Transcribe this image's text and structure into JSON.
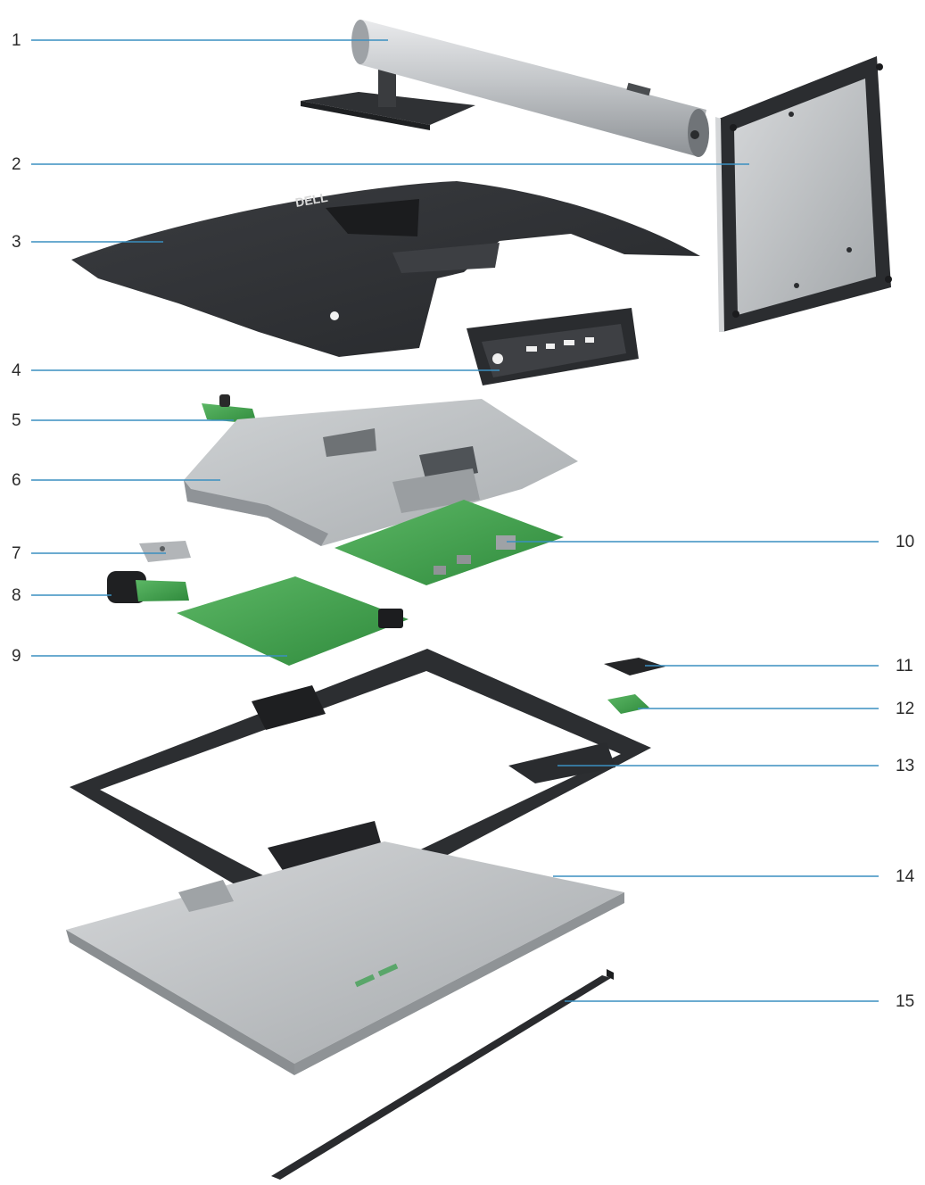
{
  "diagram": {
    "callouts": [
      {
        "number": "1",
        "side": "left"
      },
      {
        "number": "2",
        "side": "left"
      },
      {
        "number": "3",
        "side": "left"
      },
      {
        "number": "4",
        "side": "left"
      },
      {
        "number": "5",
        "side": "left"
      },
      {
        "number": "6",
        "side": "left"
      },
      {
        "number": "7",
        "side": "left"
      },
      {
        "number": "8",
        "side": "left"
      },
      {
        "number": "9",
        "side": "left"
      },
      {
        "number": "10",
        "side": "right"
      },
      {
        "number": "11",
        "side": "right"
      },
      {
        "number": "12",
        "side": "right"
      },
      {
        "number": "13",
        "side": "right"
      },
      {
        "number": "14",
        "side": "right"
      },
      {
        "number": "15",
        "side": "right"
      }
    ],
    "logo_text": "DELL"
  },
  "colors": {
    "leader_line": "#3a8fc0",
    "pcb_green": "#3f9b4a",
    "plastic_dark": "#2e3033",
    "metal_silver": "#b9bcbf",
    "stand_silver": "#c6c8cb"
  }
}
